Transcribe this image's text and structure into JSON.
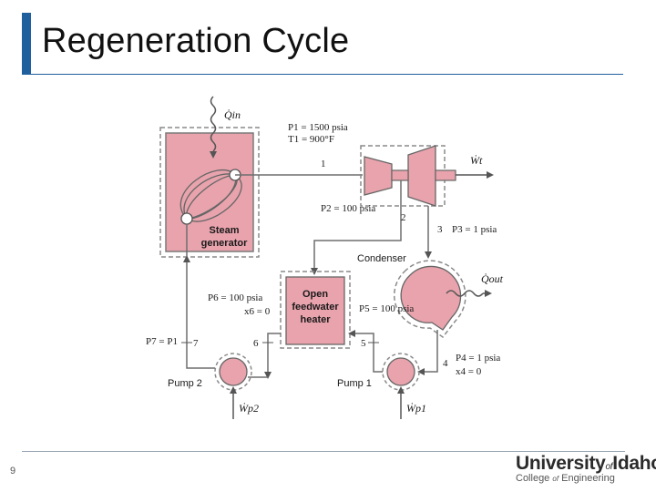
{
  "slide": {
    "title": "Regeneration Cycle",
    "page_number": "9"
  },
  "logo": {
    "line1_a": "University",
    "line1_of": "of",
    "line1_b": "Idaho",
    "line2_a": "College",
    "line2_of": "of",
    "line2_b": "Engineering"
  },
  "diagram": {
    "q_in": "Q̇in",
    "p1": "P1 = 1500 psia",
    "t1": "T1 = 900°F",
    "state1": "1",
    "w_t": "Ẇt",
    "p2": "P2 = 100 psia",
    "state2": "2",
    "state3": "3",
    "p3": "P3 = 1 psia",
    "steam_generator": [
      "Steam",
      "generator"
    ],
    "condenser": "Condenser",
    "q_out": "Q̇out",
    "p6": "P6 = 100 psia",
    "x6": "x6 = 0",
    "p5": "P5 = 100 psia",
    "open_fwh": [
      "Open",
      "feedwater",
      "heater"
    ],
    "p7": "P7 = P1",
    "state7": "7",
    "state6": "6",
    "state5": "5",
    "state4": "4",
    "p4": "P4 = 1 psia",
    "x4": "x4 = 0",
    "pump2": "Pump 2",
    "pump1": "Pump 1",
    "w_p2": "Ẇp2",
    "w_p1": "Ẇp1"
  },
  "colors": {
    "accent": "#1f5f9e",
    "component_fill": "#e8a3ad",
    "line": "#6e6e6e"
  }
}
